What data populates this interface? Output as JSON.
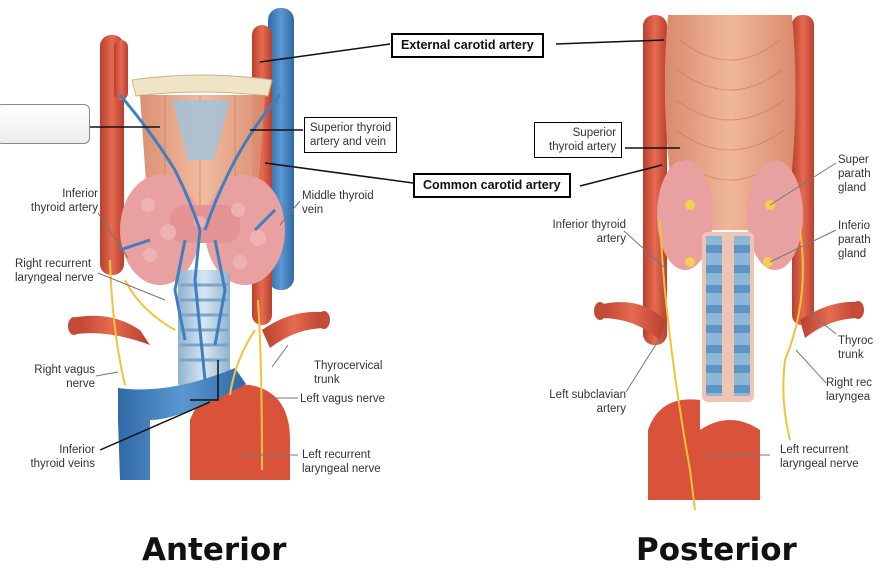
{
  "views": {
    "anterior": {
      "title": "Anterior",
      "labels": {
        "inferior_thyroid_artery": [
          "Inferior",
          "thyroid artery"
        ],
        "right_recurrent_laryngeal_nerve": [
          "Right recurrent",
          "laryngeal nerve"
        ],
        "right_vagus_nerve": [
          "Right vagus",
          "nerve"
        ],
        "inferior_thyroid_veins": [
          "Inferior",
          "thyroid veins"
        ],
        "superior_thyroid_artery_and_vein": [
          "Superior thyroid",
          "artery and vein"
        ],
        "middle_thyroid_vein": [
          "Middle thyroid",
          "vein"
        ],
        "thyrocervical_trunk": [
          "Thyrocervical",
          "trunk"
        ],
        "left_vagus_nerve": [
          "Left vagus nerve"
        ],
        "left_recurrent_laryngeal_nerve": [
          "Left recurrent",
          "laryngeal nerve"
        ]
      }
    },
    "posterior": {
      "title": "Posterior",
      "labels": {
        "superior_thyroid_artery": [
          "Superior",
          "thyroid artery"
        ],
        "inferior_thyroid_artery": [
          "Inferior thyroid",
          "artery"
        ],
        "left_subclavian_artery": [
          "Left subclavian",
          "artery"
        ],
        "superior_parathyroid_gland": [
          "Super",
          "parath",
          "gland"
        ],
        "inferior_parathyroid_gland": [
          "Inferio",
          "parath",
          "gland"
        ],
        "thyrocervical_trunk": [
          "Thyroc",
          "trunk"
        ],
        "right_recurrent_laryngeal": [
          "Right rec",
          "laryngea"
        ],
        "left_recurrent_laryngeal_nerve": [
          "Left recurrent",
          "laryngeal nerve"
        ]
      }
    }
  },
  "callouts": {
    "external_carotid_artery": "External carotid artery",
    "common_carotid_artery": "Common carotid artery"
  },
  "colors": {
    "artery": "#d9533b",
    "artery_dark": "#a8362a",
    "vein": "#3f7fbf",
    "nerve": "#f3c23a",
    "thyroid": "#e59a9a",
    "muscle": "#e8a58a",
    "trachea": "#b9d3e6"
  }
}
